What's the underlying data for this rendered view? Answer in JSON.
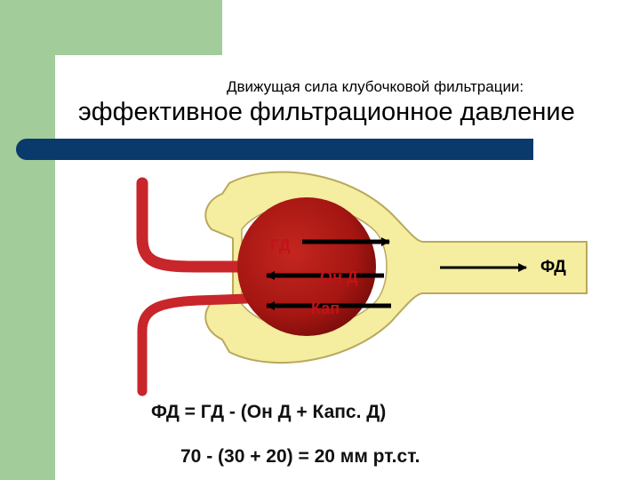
{
  "subtitle": "Движущая сила клубочковой фильтрации:",
  "title": "эффективное фильтрационное давление",
  "diagram": {
    "label_gd": "ГД",
    "label_ond": "Он Д",
    "label_kap": "Кап",
    "label_fd": "ФД"
  },
  "formula": "ФД = ГД - (Он Д + Капс. Д)",
  "calculation": "70 - (30  + 20) = 20 мм рт.ст.",
  "colors": {
    "green_frame": "#a3cc9b",
    "title_bar": "#0a3a6b",
    "capsule": "#f5eda0",
    "vessel": "#c8262a",
    "glomerulus": "#a51612"
  }
}
